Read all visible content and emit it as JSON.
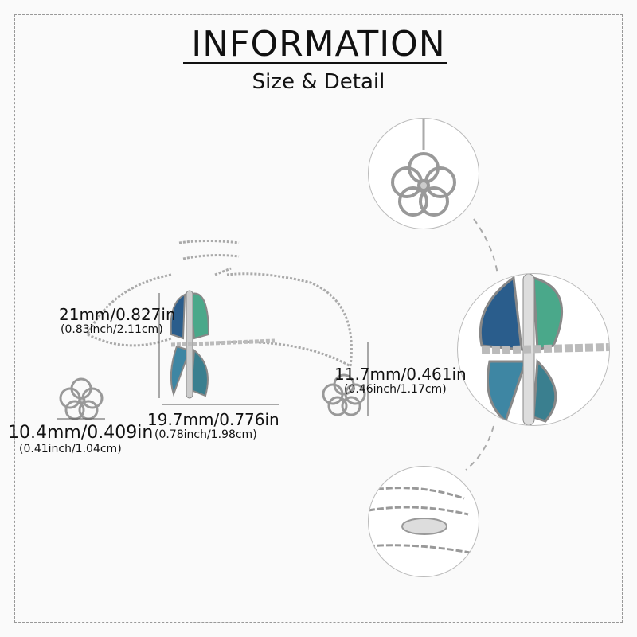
{
  "header": {
    "title": "INFORMATION",
    "subtitle": "Size & Detail"
  },
  "dimensions": {
    "pendant_height": {
      "primary": "21mm/0.827in",
      "secondary": "(0.83inch/2.11cm)"
    },
    "pendant_width": {
      "primary": "19.7mm/0.776in",
      "secondary": "(0.78inch/1.98cm)"
    },
    "flower_width": {
      "primary": "10.4mm/0.409in",
      "secondary": "(0.41inch/1.04cm)"
    },
    "flower_height": {
      "primary": "11.7mm/0.461in",
      "secondary": "(0.46inch/1.17cm)"
    }
  },
  "colors": {
    "abalone_blue": "#2a5d8c",
    "abalone_green": "#4aa88a",
    "silver": "#9aa0a6"
  }
}
